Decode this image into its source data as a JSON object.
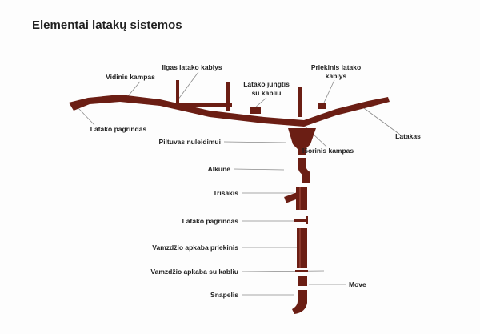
{
  "title": "Elementai latakų sistemos",
  "colors": {
    "product": "#6b1e14",
    "leader": "#8a8a8a"
  },
  "labels": {
    "ilgas_kablys": "Ilgas latako kablys",
    "vidinis_kampas": "Vidinis kampas",
    "jungtis_1": "Latako jungtis",
    "jungtis_2": "su kabliu",
    "priekinis_1": "Priekinis latako",
    "priekinis_2": "kablys",
    "latako_pagrindas_top": "Latako pagrindas",
    "piltuvas": "Piltuvas nuleidimui",
    "latakas": "Latakas",
    "isorinis_kampas": "Išorinis kampas",
    "alkune": "Alkūnė",
    "trisakis": "Trišakis",
    "latako_pagrindas": "Latako pagrindas",
    "apkaba_priekinis": "Vamzdžio apkaba priekinis",
    "apkaba_kabliu": "Vamzdžio apkaba su kabliu",
    "move": "Move",
    "snapelis": "Snapelis"
  }
}
